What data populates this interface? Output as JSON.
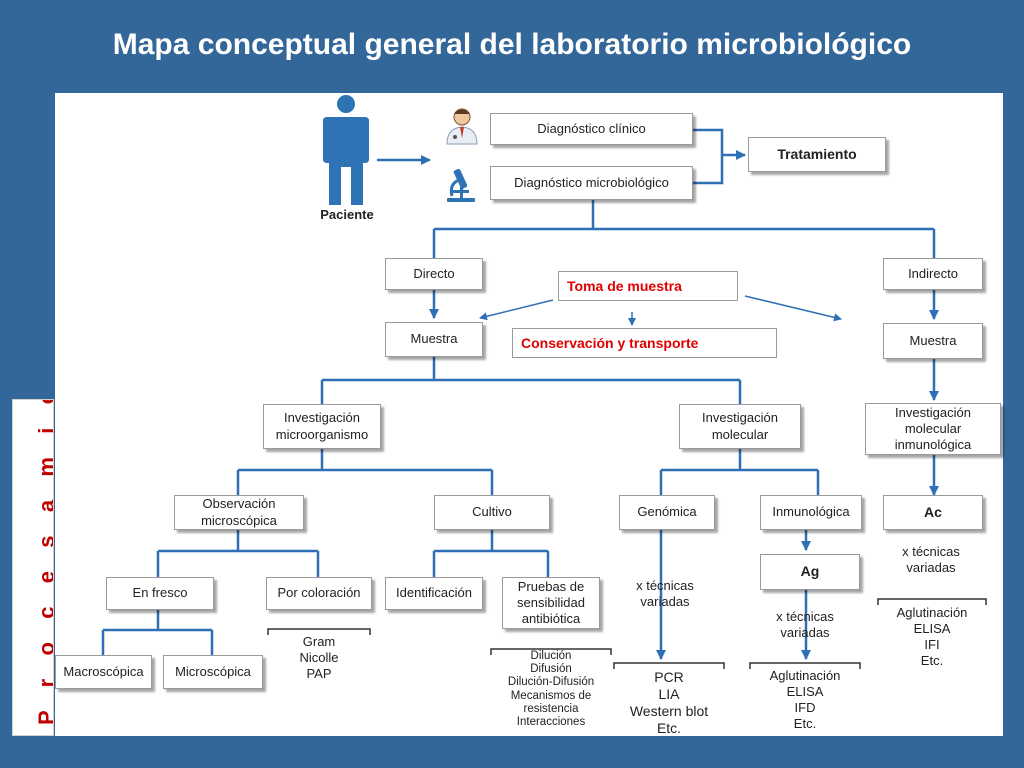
{
  "title": "Mapa conceptual general del laboratorio microbiológico",
  "side_label": "P r o c e s a m i e n t o",
  "patient_label": "Paciente",
  "boxes": {
    "diag_clinico": "Diagnóstico clínico",
    "diag_micro": "Diagnóstico microbiológico",
    "tratamiento": "Tratamiento",
    "directo": "Directo",
    "indirecto": "Indirecto",
    "toma": "Toma de muestra",
    "conservacion": "Conservación y transporte",
    "muestra_izq": "Muestra",
    "muestra_der": "Muestra",
    "inv_micro": "Investigación microorganismo",
    "inv_mol": "Investigación molecular",
    "inv_inmuno": "Investigación molecular inmunológica",
    "obs_micro": "Observación microscópica",
    "cultivo": "Cultivo",
    "genomica": "Genómica",
    "inmunologica": "Inmunológica",
    "ac": "Ac",
    "ag": "Ag",
    "en_fresco": "En fresco",
    "por_coloracion": "Por coloración",
    "identificacion": "Identificación",
    "pruebas": "Pruebas de sensibilidad antibiótica",
    "macroscopica": "Macroscópica",
    "microscopica": "Microscópica"
  },
  "notes": {
    "tecnicas_ac": "x técnicas variadas",
    "tecnicas_gen": "x técnicas variadas",
    "tecnicas_ag": "x técnicas variadas"
  },
  "lists": {
    "coloracion": [
      "Gram",
      "Nicolle",
      "PAP"
    ],
    "pruebas": [
      "Dilución",
      "Difusión",
      "Dilución-Difusión",
      "Mecanismos de",
      "resistencia",
      "Interacciones"
    ],
    "genomica": [
      "PCR",
      "LIA",
      "Western blot",
      "Etc."
    ],
    "ag": [
      "Aglutinación",
      "ELISA",
      "IFD",
      "Etc."
    ],
    "ac": [
      "Aglutinación",
      "ELISA",
      "IFI",
      "Etc."
    ]
  },
  "colors": {
    "background": "#336699",
    "connector": "#2f6fb5",
    "highlight": "#e00000"
  },
  "icons": [
    "patient-figure-icon",
    "doctor-icon",
    "microscope-icon"
  ]
}
